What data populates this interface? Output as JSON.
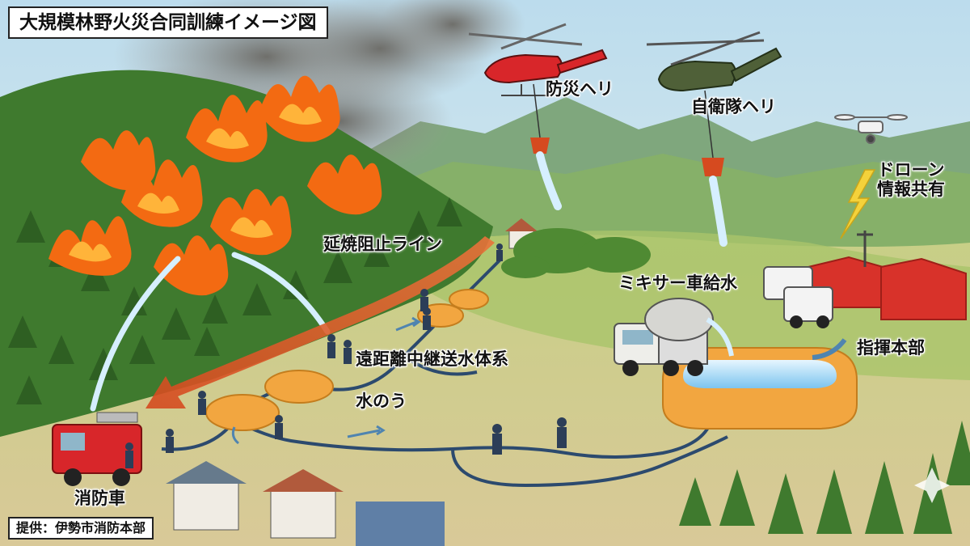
{
  "title": "大規模林野火災合同訓練イメージ図",
  "credit": "提供：伊勢市消防本部",
  "labels": {
    "disaster_heli": "防災ヘリ",
    "sdf_heli": "自衛隊ヘリ",
    "drone_line1": "ドローン",
    "drone_line2": "情報共有",
    "firebreak": "延焼阻止ライン",
    "mixer": "ミキサー車給水",
    "command": "指揮本部",
    "relay": "遠距離中継送水体系",
    "water_bag": "水のう",
    "fire_engine": "消防車"
  },
  "colors": {
    "fire": "#f36a12",
    "smoke": "#8a8a86",
    "forest": "#3f7a2e",
    "sky": "#cfe6f1",
    "hose": "#2c4a6e",
    "water_tank": "#f2a640",
    "arrow": "#e0562a",
    "tent": "#d8322a"
  }
}
